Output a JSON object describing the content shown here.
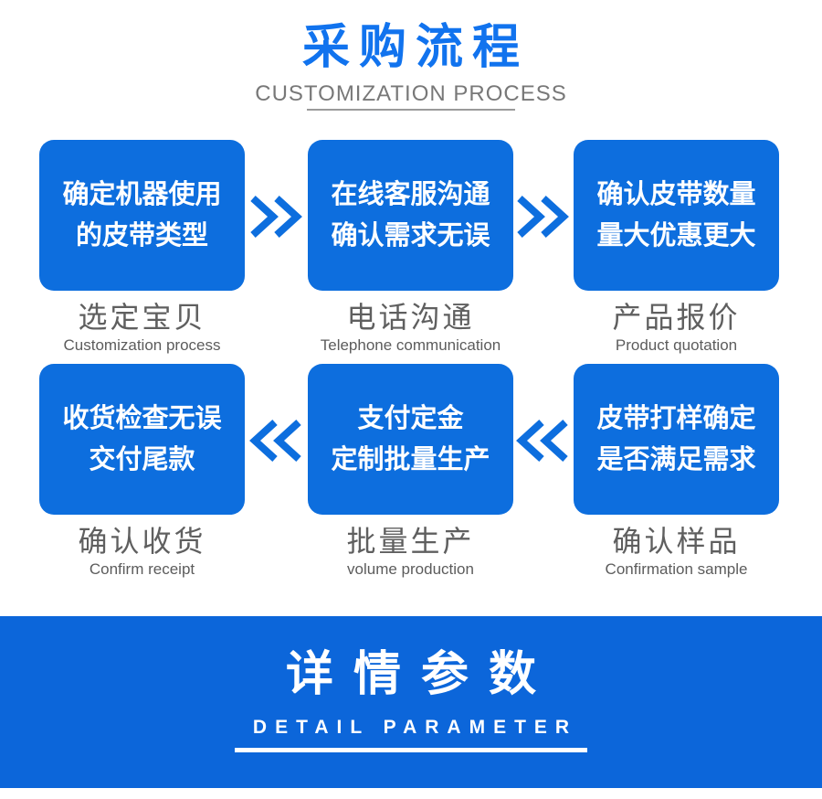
{
  "header": {
    "title": "采购流程",
    "subtitle": "CUSTOMIZATION PROCESS"
  },
  "flow": {
    "steps": [
      {
        "box_line1": "确定机器使用",
        "box_line2": "的皮带类型",
        "caption_cn": "选定宝贝",
        "caption_en": "Customization process"
      },
      {
        "box_line1": "在线客服沟通",
        "box_line2": "确认需求无误",
        "caption_cn": "电话沟通",
        "caption_en": "Telephone communication"
      },
      {
        "box_line1": "确认皮带数量",
        "box_line2": "量大优惠更大",
        "caption_cn": "产品报价",
        "caption_en": "Product quotation"
      },
      {
        "box_line1": "收货检查无误",
        "box_line2": "交付尾款",
        "caption_cn": "确认收货",
        "caption_en": "Confirm receipt"
      },
      {
        "box_line1": "支付定金",
        "box_line2": "定制批量生产",
        "caption_cn": "批量生产",
        "caption_en": "volume production"
      },
      {
        "box_line1": "皮带打样确定",
        "box_line2": "是否满足需求",
        "caption_cn": "确认样品",
        "caption_en": "Confirmation sample"
      }
    ]
  },
  "banner": {
    "title": "详情参数",
    "subtitle": "DETAIL PARAMETER"
  },
  "icons": {
    "forward": "double-chevron-right",
    "backward": "double-chevron-left"
  },
  "colors": {
    "title_blue": "#1173ee",
    "box_blue": "#0d6ede",
    "banner_blue": "#0c66da",
    "caption_gray": "#5f5f5f",
    "subtitle_gray": "#787878"
  }
}
